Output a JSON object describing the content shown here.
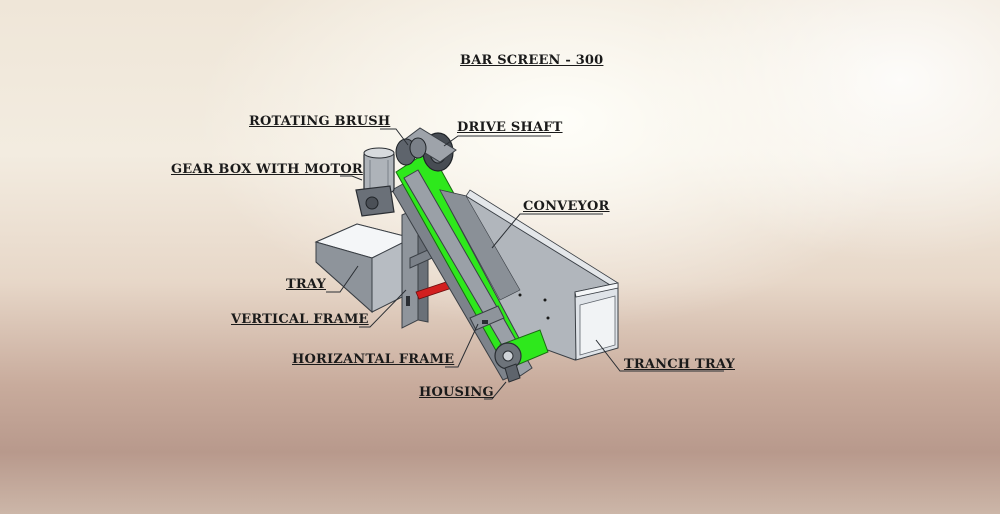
{
  "title": "BAR SCREEN - 300",
  "labels": {
    "rotating_brush": "ROTATING  BRUSH",
    "drive_shaft": "DRIVE SHAFT",
    "gear_box": "GEAR BOX WITH MOTOR",
    "conveyor": "CONVEYOR",
    "tray": "TRAY",
    "vertical_frame": "VERTICAL FRAME",
    "horizontal_frame": "HORIZANTAL  FRAME",
    "tranch_tray": "TRANCH TRAY",
    "housing": "HOUSING"
  },
  "colors": {
    "belt": "#2ee81c",
    "steel": "#9ea3aa",
    "steel_light": "#c9ced4",
    "steel_dark": "#5e646c",
    "accent_red": "#d21f1f"
  }
}
